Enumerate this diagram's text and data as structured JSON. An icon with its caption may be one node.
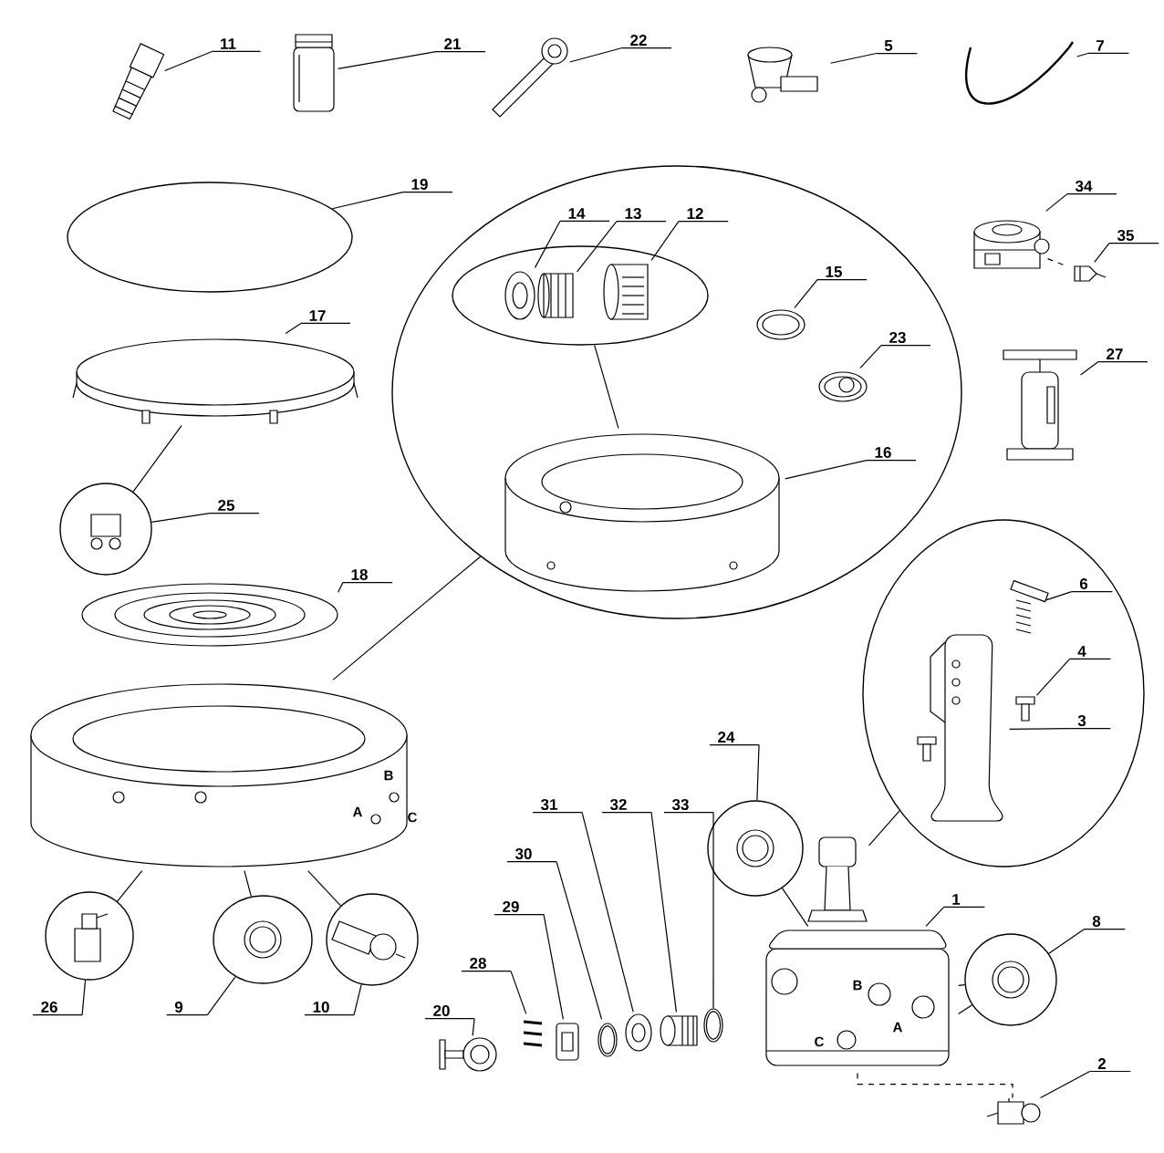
{
  "diagram": {
    "nodes": [
      {
        "text": [
          "11"
        ]
      },
      {
        "text": [],
        "shape": "picture"
      },
      {
        "text": [
          "21"
        ]
      },
      {
        "text": [],
        "shape": "cylinder"
      },
      {
        "text": [
          "22"
        ]
      },
      {
        "text": [],
        "shape": "picture"
      },
      {
        "text": [
          "5"
        ]
      },
      {
        "text": [],
        "shape": "picture"
      },
      {
        "text": [
          "7"
        ]
      },
      {
        "text": [],
        "shape": "picture"
      },
      {
        "text": [
          "19"
        ]
      },
      {
        "text": [],
        "shape": "ellipse"
      },
      {
        "text": [
          "34"
        ]
      },
      {
        "text": [],
        "shape": "cylinder"
      },
      {
        "text": [
          "35"
        ]
      },
      {
        "text": [],
        "shape": "box"
      },
      {
        "text": [],
        "shape": "circle"
      },
      {
        "text": [
          "14"
        ],
        "in": 16
      },
      {
        "text": [
          "13"
        ],
        "in": 16
      },
      {
        "text": [
          "12"
        ],
        "in": 16
      },
      {
        "text": [],
        "shape": "ellipse",
        "in": 16
      },
      {
        "text": [],
        "shape": "picture",
        "in": 20
      },
      {
        "text": [],
        "shape": "picture",
        "in": 20
      },
      {
        "text": [],
        "shape": "picture",
        "in": 20
      },
      {
        "text": [
          "15"
        ],
        "in": 16
      },
      {
        "text": [],
        "shape": "picture",
        "in": 16
      },
      {
        "text": [
          "23"
        ],
        "in": 16
      },
      {
        "text": [],
        "shape": "picture",
        "in": 16
      },
      {
        "text": [
          "16"
        ],
        "in": 16
      },
      {
        "text": [],
        "shape": "picture",
        "in": 16
      },
      {
        "text": [
          "17"
        ]
      },
      {
        "text": [],
        "shape": "cylinder"
      },
      {
        "text": [
          "27"
        ]
      },
      {
        "text": [],
        "shape": "picture"
      },
      {
        "text": [
          "25"
        ]
      },
      {
        "text": [],
        "shape": "circle"
      },
      {
        "text": [
          "18"
        ]
      },
      {
        "text": [],
        "shape": "picture"
      },
      {
        "text": [],
        "shape": "circle"
      },
      {
        "text": [
          "6"
        ],
        "in": 38
      },
      {
        "text": [],
        "shape": "picture",
        "in": 38
      },
      {
        "text": [
          "4"
        ],
        "in": 38
      },
      {
        "text": [],
        "shape": "picture",
        "in": 38
      },
      {
        "text": [
          "3"
        ],
        "in": 38
      },
      {
        "text": [],
        "shape": "picture",
        "in": 38
      },
      {
        "text": [],
        "shape": "picture"
      },
      {
        "text": [
          "24"
        ]
      },
      {
        "text": [],
        "shape": "circle"
      },
      {
        "text": [],
        "shape": "picture"
      },
      {
        "text": [
          "1"
        ]
      },
      {
        "text": [],
        "shape": "picture"
      },
      {
        "text": [
          "8"
        ]
      },
      {
        "text": [],
        "shape": "circle"
      },
      {
        "text": [
          "26"
        ]
      },
      {
        "text": [],
        "shape": "circle"
      },
      {
        "text": [
          "9"
        ]
      },
      {
        "text": [],
        "shape": "circle"
      },
      {
        "text": [
          "10"
        ]
      },
      {
        "text": [],
        "shape": "circle"
      },
      {
        "text": [
          "31"
        ]
      },
      {
        "text": [
          "32"
        ]
      },
      {
        "text": [
          "33"
        ]
      },
      {
        "text": [
          "30"
        ]
      },
      {
        "text": [
          "29"
        ]
      },
      {
        "text": [
          "28"
        ]
      },
      {
        "text": [
          "20"
        ]
      },
      {
        "text": [],
        "shape": "picture"
      },
      {
        "text": [],
        "shape": "picture"
      },
      {
        "text": [],
        "shape": "picture"
      },
      {
        "text": [],
        "shape": "picture"
      },
      {
        "text": [],
        "shape": "picture"
      },
      {
        "text": [],
        "shape": "picture"
      },
      {
        "text": [],
        "shape": "picture"
      },
      {
        "text": [
          "2"
        ]
      },
      {
        "text": [],
        "shape": "picture"
      }
    ],
    "edges": [
      {
        "from": 0,
        "to": 1,
        "arrow": "none"
      },
      {
        "from": 2,
        "to": 3,
        "arrow": "none"
      },
      {
        "from": 4,
        "to": 5,
        "arrow": "none"
      },
      {
        "from": 6,
        "to": 7,
        "arrow": "none"
      },
      {
        "from": 8,
        "to": 9,
        "arrow": "none"
      },
      {
        "from": 10,
        "to": 11,
        "arrow": "none"
      },
      {
        "from": 12,
        "to": 13,
        "arrow": "none"
      },
      {
        "from": 14,
        "to": 15,
        "arrow": "none"
      },
      {
        "from": 13,
        "to": 15,
        "arrow": "none",
        "style": "dashed"
      },
      {
        "from": 17,
        "to": 21,
        "arrow": "none"
      },
      {
        "from": 18,
        "to": 22,
        "arrow": "none"
      },
      {
        "from": 19,
        "to": 23,
        "arrow": "none"
      },
      {
        "from": 20,
        "to": 29,
        "arrow": "none"
      },
      {
        "from": 24,
        "to": 25,
        "arrow": "none"
      },
      {
        "from": 26,
        "to": 27,
        "arrow": "none"
      },
      {
        "from": 28,
        "to": 29,
        "arrow": "none"
      },
      {
        "from": 16,
        "to": 45,
        "arrow": "none"
      },
      {
        "from": 30,
        "to": 31,
        "arrow": "none"
      },
      {
        "from": 32,
        "to": 33,
        "arrow": "none"
      },
      {
        "from": 34,
        "to": 35,
        "arrow": "none"
      },
      {
        "from": 35,
        "to": 31,
        "arrow": "none"
      },
      {
        "from": 36,
        "to": 37,
        "arrow": "none"
      },
      {
        "from": 39,
        "to": 40,
        "arrow": "none"
      },
      {
        "from": 41,
        "to": 42,
        "arrow": "none"
      },
      {
        "from": 43,
        "to": 44,
        "arrow": "none"
      },
      {
        "from": 38,
        "to": 48,
        "arrow": "none"
      },
      {
        "from": 46,
        "to": 47,
        "arrow": "none"
      },
      {
        "from": 47,
        "to": 50,
        "arrow": "none"
      },
      {
        "from": 49,
        "to": 50,
        "arrow": "none"
      },
      {
        "from": 51,
        "to": 52,
        "arrow": "none"
      },
      {
        "from": 52,
        "to": 50,
        "arrow": "none"
      },
      {
        "from": 52,
        "to": 50,
        "arrow": "none"
      },
      {
        "from": 53,
        "to": 54,
        "arrow": "none"
      },
      {
        "from": 54,
        "to": 45,
        "arrow": "none"
      },
      {
        "from": 55,
        "to": 56,
        "arrow": "none"
      },
      {
        "from": 56,
        "to": 45,
        "arrow": "none"
      },
      {
        "from": 57,
        "to": 58,
        "arrow": "none"
      },
      {
        "from": 58,
        "to": 45,
        "arrow": "none"
      },
      {
        "from": 59,
        "to": 70,
        "arrow": "none"
      },
      {
        "from": 60,
        "to": 71,
        "arrow": "none"
      },
      {
        "from": 61,
        "to": 72,
        "arrow": "none"
      },
      {
        "from": 62,
        "to": 69,
        "arrow": "none"
      },
      {
        "from": 63,
        "to": 68,
        "arrow": "none"
      },
      {
        "from": 64,
        "to": 67,
        "arrow": "none"
      },
      {
        "from": 65,
        "to": 66,
        "arrow": "none"
      },
      {
        "from": 73,
        "to": 74,
        "arrow": "none"
      },
      {
        "from": 50,
        "to": 74,
        "arrow": "none",
        "style": "dashed"
      }
    ],
    "labels": [
      "B",
      "A",
      "C",
      "B",
      "A",
      "C"
    ]
  }
}
